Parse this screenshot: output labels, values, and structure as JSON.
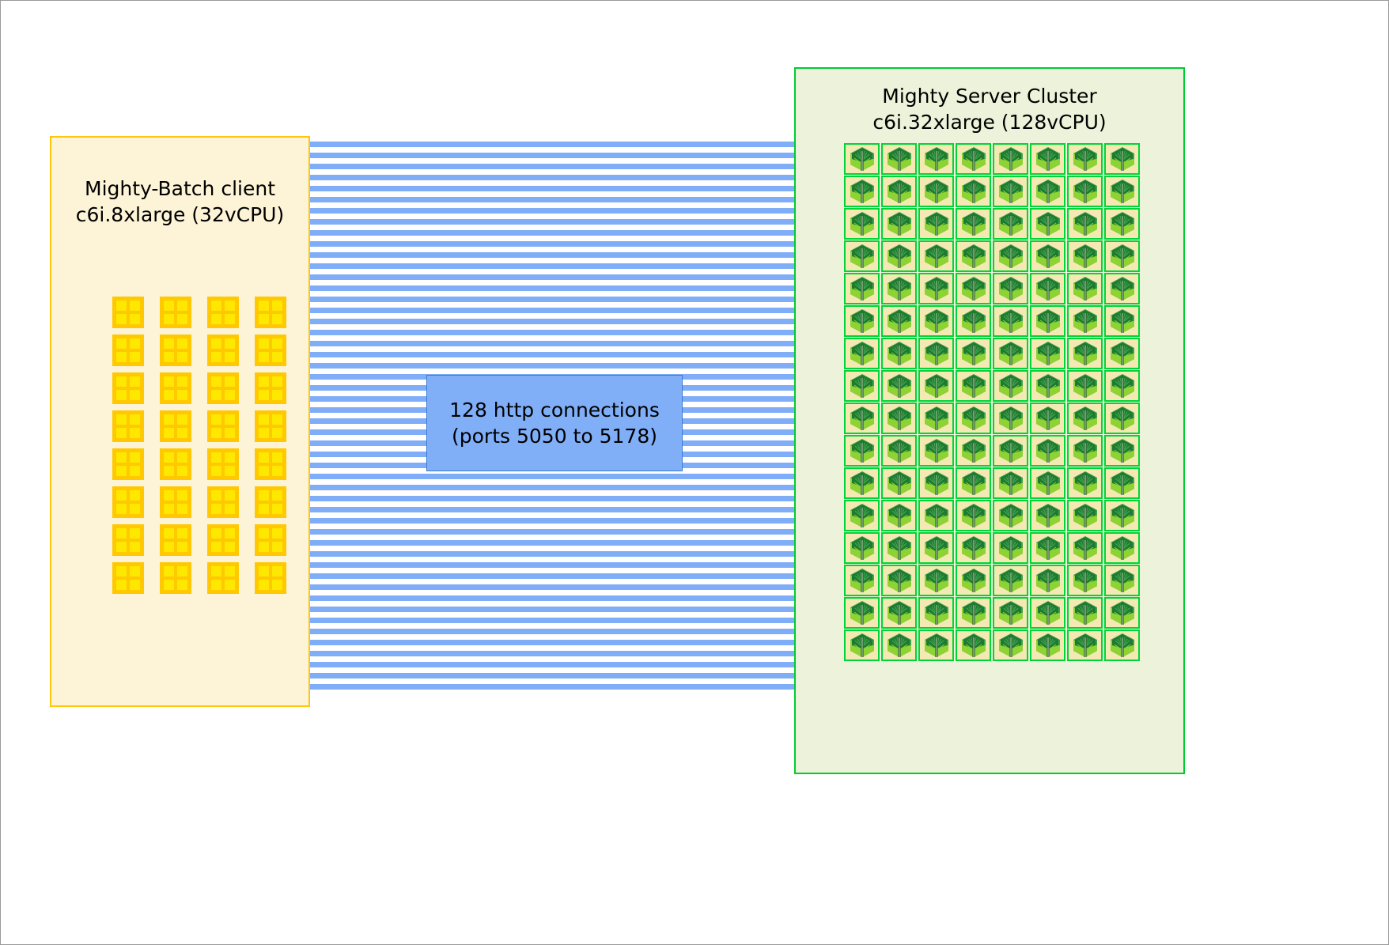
{
  "diagram": {
    "title": "Mighty-Batch client to Mighty Server Cluster architecture",
    "colors": {
      "client_panel_fill": "#fdf3d6",
      "client_panel_border": "#ffc60a",
      "server_panel_fill": "#ecf3da",
      "server_panel_border": "#00cc33",
      "connection_stripe": "#7fadf7",
      "connection_box_fill": "#80aff8",
      "connection_box_border": "#3b7ad4",
      "cpu_icon_frame": "#ffc800",
      "cpu_icon_core": "#ffe800",
      "tree_icon_fill": "#f5e9b3",
      "tree_icon_border": "#00d438",
      "tree_dark_green": "#1e7a32",
      "tree_mid_green": "#3fa34a",
      "tree_light_green": "#8cd333"
    }
  },
  "client": {
    "title_line1": "Mighty-Batch client",
    "title_line2": "c6i.8xlarge (32vCPU)",
    "icon_name": "cpu-core-icon",
    "grid_columns": 4,
    "grid_rows": 8,
    "icon_count": 32
  },
  "connection": {
    "label_line1": "128 http connections",
    "label_line2": "(ports 5050 to 5178)",
    "count": 128,
    "port_start": 5050,
    "port_end": 5178,
    "protocol": "http"
  },
  "server": {
    "title_line1": "Mighty Server Cluster",
    "title_line2": "c6i.32xlarge (128vCPU)",
    "icon_name": "mighty-tree-server-icon",
    "grid_columns": 8,
    "grid_rows": 16,
    "icon_count": 128
  }
}
